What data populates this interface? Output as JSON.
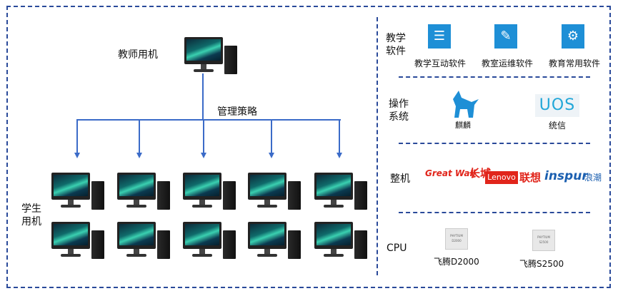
{
  "left": {
    "teacher_label": "教师用机",
    "policy_label": "管理策略",
    "student_label_1": "学生",
    "student_label_2": "用机"
  },
  "right": {
    "software": {
      "cat1": "教学",
      "cat2": "软件",
      "items": [
        {
          "label": "教学互动软件",
          "icon": "document-gear-icon"
        },
        {
          "label": "教室运维软件",
          "icon": "document-edit-icon"
        },
        {
          "label": "教育常用软件",
          "icon": "gear-blocks-icon"
        }
      ]
    },
    "os": {
      "cat1": "操作",
      "cat2": "系统",
      "items": [
        {
          "label": "麒麟",
          "logo": "kylin-logo"
        },
        {
          "label": "统信",
          "logo_text": "UOS"
        }
      ]
    },
    "machine": {
      "cat": "整机",
      "brands": [
        "Great Wall",
        "长城",
        "Lenovo",
        "联想",
        "inspur",
        "浪潮"
      ]
    },
    "cpu": {
      "cat": "CPU",
      "items": [
        {
          "label": "飞腾D2000",
          "chip_brand": "PHYTIUM",
          "chip_model": "D2000"
        },
        {
          "label": "飞腾S2500",
          "chip_brand": "PHYTIUM",
          "chip_model": "S2500"
        }
      ]
    }
  },
  "colors": {
    "line": "#3b6bc8",
    "border": "#2a4a9a",
    "icon": "#1e8fd6",
    "lenovo": "#e1251b",
    "inspur": "#1b5fb0"
  }
}
